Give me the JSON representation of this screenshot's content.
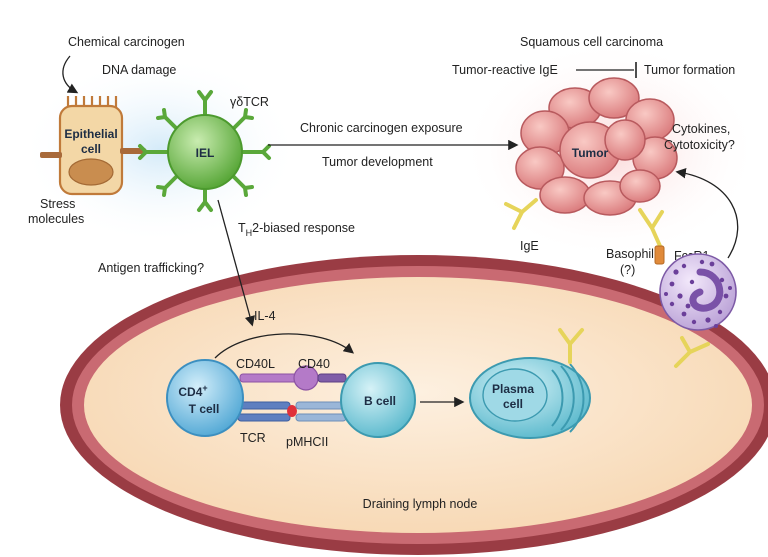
{
  "labels": {
    "chemical_carcinogen": "Chemical carcinogen",
    "dna_damage": "DNA damage",
    "epithelial_line1": "Epithelial",
    "epithelial_line2": "cell",
    "stress_line1": "Stress",
    "stress_line2": "molecules",
    "gd_tcr": "γδTCR",
    "iel": "IEL",
    "chronic_exposure": "Chronic carcinogen exposure",
    "tumor_development": "Tumor development",
    "scc": "Squamous cell carcinoma",
    "tumor_reactive_ige": "Tumor-reactive IgE",
    "tumor_formation": "Tumor formation",
    "tumor": "Tumor",
    "cytokines_line1": "Cytokines,",
    "cytokines_line2": "Cytotoxicity?",
    "ige": "IgE",
    "fcer1": "FcεR1",
    "basophil_line1": "Basophil",
    "basophil_line2": "(?)",
    "th2_T": "T",
    "th2_H": "H",
    "th2_rest": "2-biased response",
    "antigen_trafficking": "Antigen trafficking?",
    "il4": "IL-4",
    "cd40l": "CD40L",
    "cd40": "CD40",
    "cd4_base": "CD4",
    "cd4_sup": "+",
    "t_cell": "T cell",
    "b_cell": "B cell",
    "tcr": "TCR",
    "pmhcii": "pMHCII",
    "plasma_line1": "Plasma",
    "plasma_line2": "cell",
    "draining_lymph_node": "Draining lymph node"
  },
  "colors": {
    "lymph_node_rim": "#9a3c44",
    "lymph_node_fill": "#fbe3c8",
    "iel_green": "#6cc04a",
    "tumor_pink": "#e98f8f",
    "cell_blue": "#7cc4e4",
    "antibody_yellow": "#e6d45a",
    "basophil_purple": "#8a5fb3",
    "cd40l_purple": "#b47ac8",
    "epithelial_tan": "#f3d7a6"
  }
}
